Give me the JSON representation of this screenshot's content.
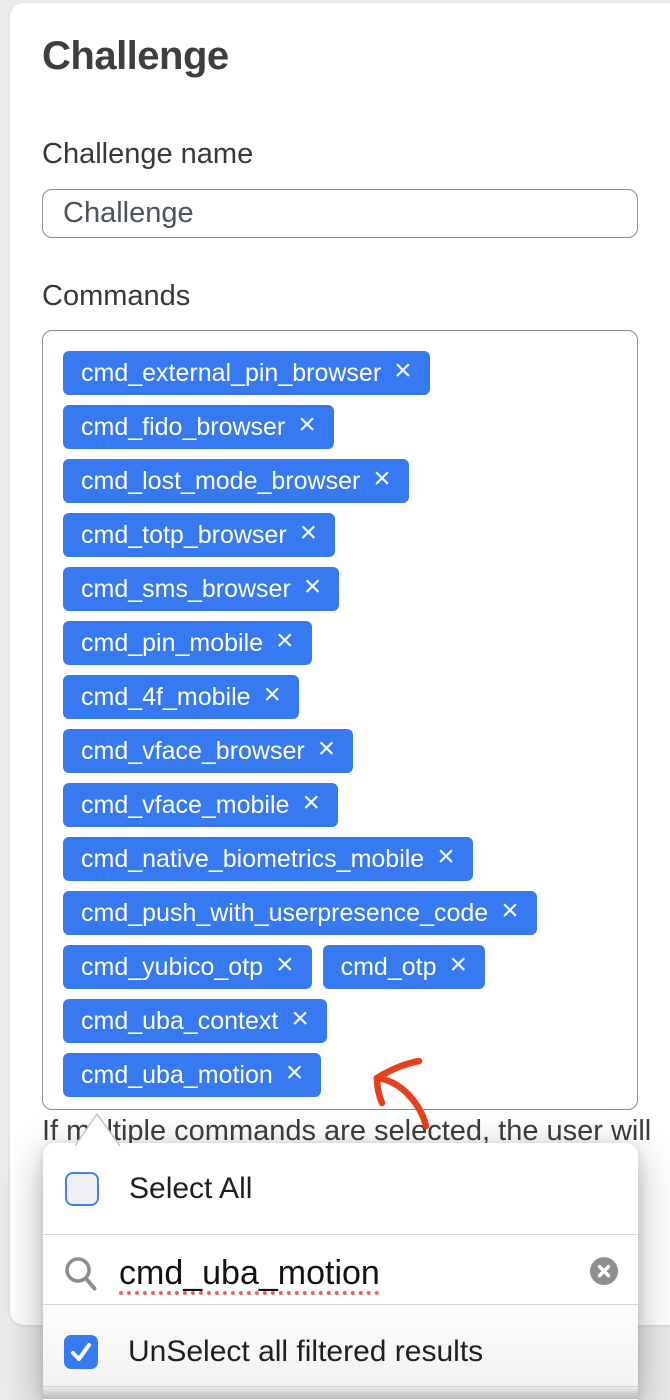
{
  "colors": {
    "accent_blue": "#3779f0",
    "arrow_red": "#e6401e",
    "page_bg": "#ebebeb"
  },
  "form": {
    "title": "Challenge",
    "name_field": {
      "label": "Challenge name",
      "value": "Challenge"
    },
    "commands_field": {
      "label": "Commands",
      "remove_symbol": "×",
      "chip_rows": [
        [
          "cmd_external_pin_browser"
        ],
        [
          "cmd_fido_browser"
        ],
        [
          "cmd_lost_mode_browser"
        ],
        [
          "cmd_totp_browser"
        ],
        [
          "cmd_sms_browser"
        ],
        [
          "cmd_pin_mobile"
        ],
        [
          "cmd_4f_mobile"
        ],
        [
          "cmd_vface_browser"
        ],
        [
          "cmd_vface_mobile"
        ],
        [
          "cmd_native_biometrics_mobile"
        ],
        [
          "cmd_push_with_userpresence_code"
        ],
        [
          "cmd_yubico_otp",
          "cmd_otp"
        ],
        [
          "cmd_uba_context"
        ],
        [
          "cmd_uba_motion"
        ]
      ],
      "helper_text": "If multiple commands are selected, the user will"
    }
  },
  "dropdown": {
    "select_all": {
      "label": "Select All",
      "checked": false
    },
    "search": {
      "value": "cmd_uba_motion"
    },
    "unselect_filtered": {
      "label": "UnSelect all filtered results",
      "checked": true
    }
  },
  "icons": {
    "search": "magnifier",
    "clear_search": "circle-x",
    "chip_remove": "x-cross",
    "checkbox_check": "checkmark",
    "dropdown_caret": "triangle-up",
    "annotation": "hand-drawn-red-arrow"
  }
}
